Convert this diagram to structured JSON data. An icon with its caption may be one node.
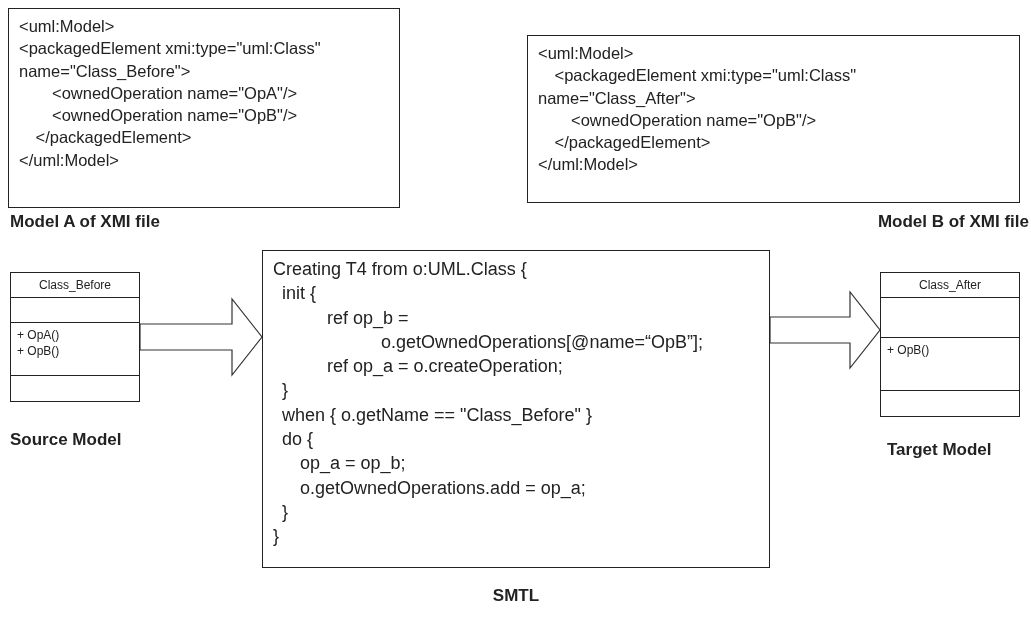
{
  "diagram": {
    "nodes": [
      {
        "text": [
          "<uml:Model>",
          "<packagedElement xmi:type=\"uml:Class\"",
          "name=\"Class_Before\">",
          "<ownedOperation name=\"OpA\"/>",
          "<ownedOperation name=\"OpB\"/>",
          "</packagedElement>",
          "</uml:Model>"
        ],
        "beside": [
          "Model A of XMI file"
        ]
      },
      {
        "text": [
          "<uml:Model>",
          "<packagedElement xmi:type=\"uml:Class\"",
          "name=\"Class_After\">",
          "<ownedOperation name=\"OpB\"/>",
          "</packagedElement>",
          "</uml:Model>"
        ],
        "beside": [
          "Model B of XMI file"
        ]
      },
      {
        "text": [
          "Class_Before",
          "+ OpA()",
          "+ OpB()"
        ],
        "beside": [
          "Source Model"
        ]
      },
      {
        "text": [
          "Creating T4 from o:UML.Class {",
          "init {",
          "ref op_b =",
          "o.getOwnedOperations[@name=“OpB”];",
          "ref op_a = o.createOperation;",
          "}",
          "when { o.getName == \"Class_Before\" }",
          "do {",
          "op_a = op_b;",
          "o.getOwnedOperations.add = op_a;",
          "}",
          "}"
        ],
        "beside": [
          "SMTL"
        ]
      },
      {
        "text": [
          "Class_After",
          "+ OpB()"
        ],
        "beside": [
          "Target Model"
        ]
      }
    ],
    "edges": [
      {
        "from": 2,
        "to": 3,
        "arrow": "to"
      },
      {
        "from": 3,
        "to": 4,
        "arrow": "to"
      }
    ]
  }
}
